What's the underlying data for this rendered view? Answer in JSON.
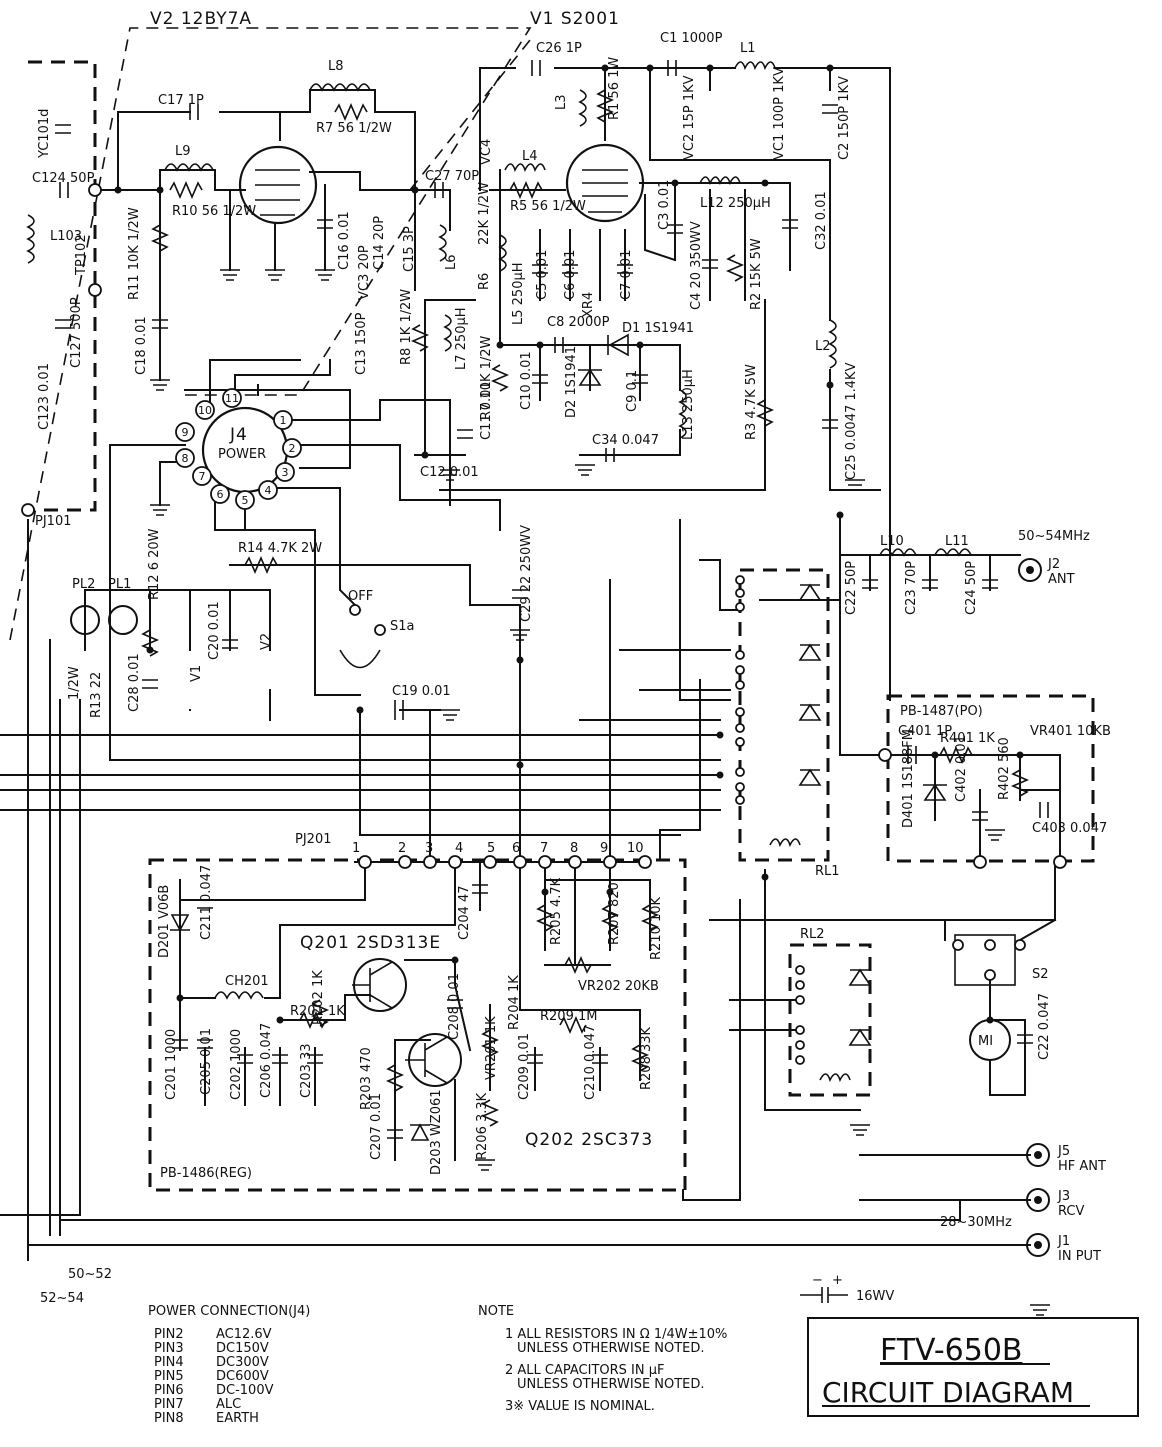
{
  "tubes": {
    "v2": "V2 12BY7A",
    "v1": "V1 S2001"
  },
  "power_socket": {
    "name": "J4",
    "sub": "POWER",
    "pins": [
      "1",
      "2",
      "3",
      "4",
      "5",
      "6",
      "7",
      "8",
      "9",
      "10",
      "11"
    ]
  },
  "connectors": {
    "j2": [
      "50~54MHz",
      "J2",
      "ANT"
    ],
    "j5": [
      "J5",
      "HF ANT"
    ],
    "j3": [
      "J3",
      "RCV"
    ],
    "j1": [
      "J1",
      "IN PUT"
    ],
    "band_label": "28~30MHz",
    "pj101": "PJ101",
    "pj201": "PJ201",
    "left_bands": [
      "50~52",
      "52~54"
    ]
  },
  "boards": {
    "reg": "PB-1486(REG)",
    "po": "PB-1487(PO)",
    "rl1": "RL1",
    "rl2": "RL2",
    "s2": "S2",
    "m1": "MI",
    "s1a": "S1a",
    "off": "OFF"
  },
  "components": {
    "top": [
      "C26 1P",
      "C1 1000P",
      "L1",
      "L8",
      "C17 1P",
      "R7 56 1/2W",
      "L3",
      "R1 56 1W",
      "VC2 15P 1KV",
      "VC1 100P 1KV",
      "C2 150P 1KV",
      "VC4",
      "L9",
      "R10 56 1/2W",
      "C27 70P",
      "L4",
      "R5 56 1/2W",
      "L12 250μH",
      "C124 50P",
      "YC101d",
      "L103",
      "TP102",
      "R11 10K 1/2W",
      "C16 0.01",
      "VC3 20P",
      "C14 20P",
      "C15 3P",
      "L6",
      "22K 1/2W",
      "R6",
      "C5 0.01",
      "C6 0.01",
      "XR4",
      "C7 0.01",
      "C3 0.01",
      "C4 20 350WV",
      "R2 15K 5W",
      "C32 0.01",
      "L5 250μH",
      "C8 2000P",
      "D1 1S1941",
      "C18 0.01",
      "C127 500P",
      "C123 0.01",
      "C13 150P",
      "R8 1K 1/2W",
      "L7 250μH",
      "R7 10K 1/2W",
      "C10 0.01",
      "D2 1S1941",
      "C9 0.1",
      "L13 250μH",
      "R3 4.7K 5W",
      "L2",
      "C25 0.0047 1.4KV",
      "C11 0.01",
      "C12 0.01",
      "C34 0.047"
    ],
    "mid": [
      "R14 4.7K 2W",
      "PL2",
      "PL1",
      "R12 6 20W",
      "1/2W",
      "R13 22",
      "C28 0.01",
      "C20 0.01",
      "V1",
      "V2",
      "C19 0.01",
      "C29 22 250WV",
      "L10",
      "L11",
      "C22 50P",
      "C23 70P",
      "C24 50P",
      "C401 1P",
      "R401 1K",
      "VR401 10KB",
      "D401 1S188FM",
      "C402 0.01",
      "R402 560",
      "C403 0.047"
    ],
    "reg": [
      "D201 V06B",
      "C211 0.047",
      "Q201 2SD313E",
      "CH201",
      "R202 1K",
      "R201 1K",
      "C201 1000",
      "C205 0.01",
      "C202 1000",
      "C206 0.047",
      "C203 33",
      "R203 470",
      "C207 0.01",
      "D203 WZ061",
      "C208 0.01",
      "R204 1K",
      "VR201 1K",
      "R206 3.3K",
      "Q202 2SC373",
      "C204 47",
      "R205 4.7K",
      "R207 820",
      "VR202 20KB",
      "R210 10K",
      "R209 1M",
      "C209 0.01",
      "C210 0.047",
      "R208 33K",
      "C22 0.047"
    ],
    "pj201_pins": [
      "1",
      "2",
      "3",
      "4",
      "5",
      "6",
      "7",
      "8",
      "9",
      "10"
    ]
  },
  "capacitor_legend": "16WV",
  "power_connection": {
    "title": "POWER CONNECTION(J4)",
    "rows": [
      [
        "PIN2",
        "AC12.6V"
      ],
      [
        "PIN3",
        "DC150V"
      ],
      [
        "PIN4",
        "DC300V"
      ],
      [
        "PIN5",
        "DC600V"
      ],
      [
        "PIN6",
        "DC-100V"
      ],
      [
        "PIN7",
        "ALC"
      ],
      [
        "PIN8",
        "EARTH"
      ]
    ]
  },
  "notes": {
    "title": "NOTE",
    "items": [
      "1 ALL RESISTORS IN Ω 1/4W±10%",
      "UNLESS OTHERWISE NOTED.",
      "2 ALL CAPACITORS IN μF",
      "UNLESS OTHERWISE NOTED.",
      "3※ VALUE IS NOMINAL."
    ]
  },
  "title_block": {
    "model": "FTV-650B",
    "subtitle": "CIRCUIT DIAGRAM"
  }
}
